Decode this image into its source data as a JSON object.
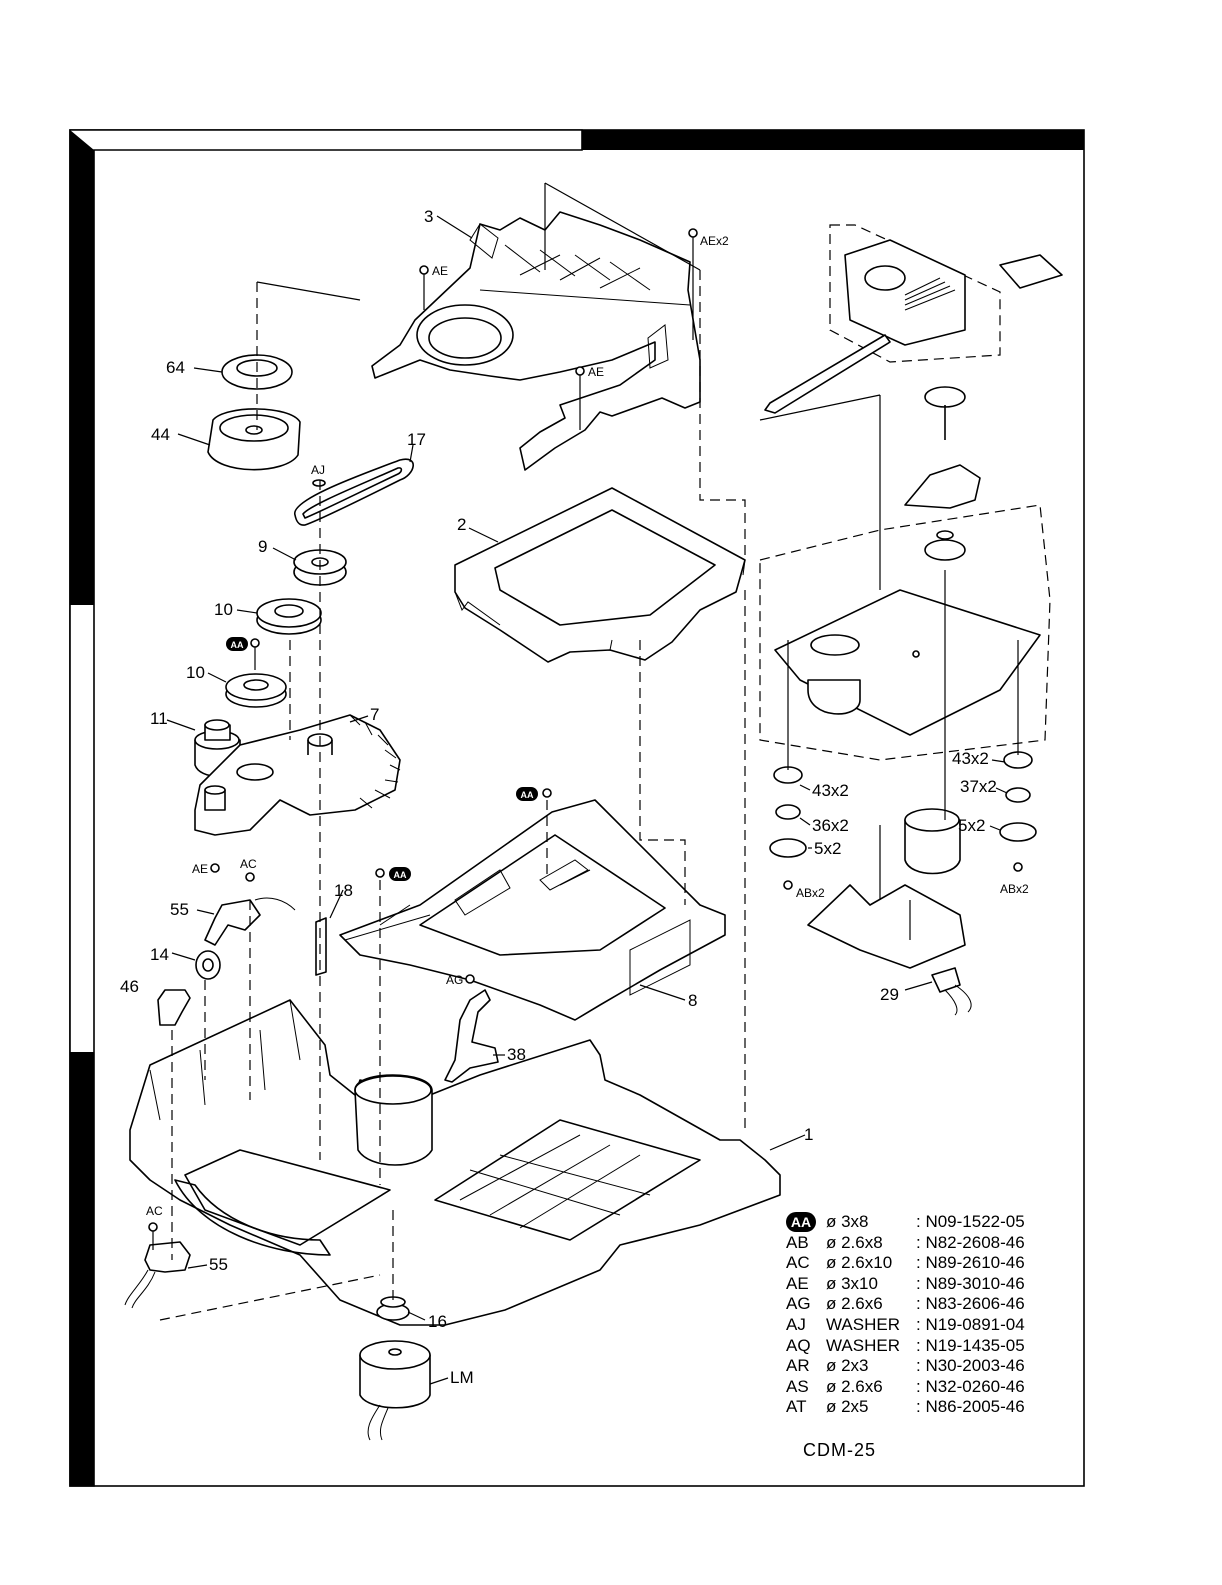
{
  "model_code": "CDM-25",
  "part_labels": {
    "p1": "1",
    "p2": "2",
    "p3": "3",
    "p7": "7",
    "p8": "8",
    "p9": "9",
    "p10a": "10",
    "p10b": "10",
    "p11": "11",
    "p14": "14",
    "p16": "16",
    "p17": "17",
    "p18": "18",
    "p29": "29",
    "p38": "38",
    "p44": "44",
    "p46": "46",
    "p55a": "55",
    "p55b": "55",
    "p64": "64",
    "lm": "LM",
    "p43l": "43x2",
    "p36": "36x2",
    "p5l": "5x2",
    "p43r": "43x2",
    "p37": "37x2",
    "p5r": "5x2"
  },
  "screw_labels": {
    "ae_top": "AEx2",
    "ae_1": "AE",
    "ae_2": "AE",
    "ae_3": "AE",
    "aj": "AJ",
    "ac_1": "AC",
    "ac_2": "AC",
    "ag": "AG",
    "ab_l": "ABx2",
    "ab_r": "ABx2",
    "aa_1": "AA",
    "aa_2": "AA",
    "aa_3": "AA"
  },
  "legend": [
    {
      "code": "AA",
      "desc": "ø 3x8",
      "part_no": ": N09-1522-05",
      "inverted": true
    },
    {
      "code": "AB",
      "desc": "ø 2.6x8",
      "part_no": ": N82-2608-46"
    },
    {
      "code": "AC",
      "desc": "ø 2.6x10",
      "part_no": ": N89-2610-46"
    },
    {
      "code": "AE",
      "desc": "ø 3x10",
      "part_no": ": N89-3010-46"
    },
    {
      "code": "AG",
      "desc": "ø 2.6x6",
      "part_no": ": N83-2606-46"
    },
    {
      "code": "AJ",
      "desc": "WASHER",
      "part_no": ": N19-0891-04"
    },
    {
      "code": "AQ",
      "desc": "WASHER",
      "part_no": ": N19-1435-05"
    },
    {
      "code": "AR",
      "desc": "ø 2x3",
      "part_no": ": N30-2003-46"
    },
    {
      "code": "AS",
      "desc": "ø 2.6x6",
      "part_no": ": N32-0260-46"
    },
    {
      "code": "AT",
      "desc": "ø 2x5",
      "part_no": ": N86-2005-46"
    }
  ]
}
